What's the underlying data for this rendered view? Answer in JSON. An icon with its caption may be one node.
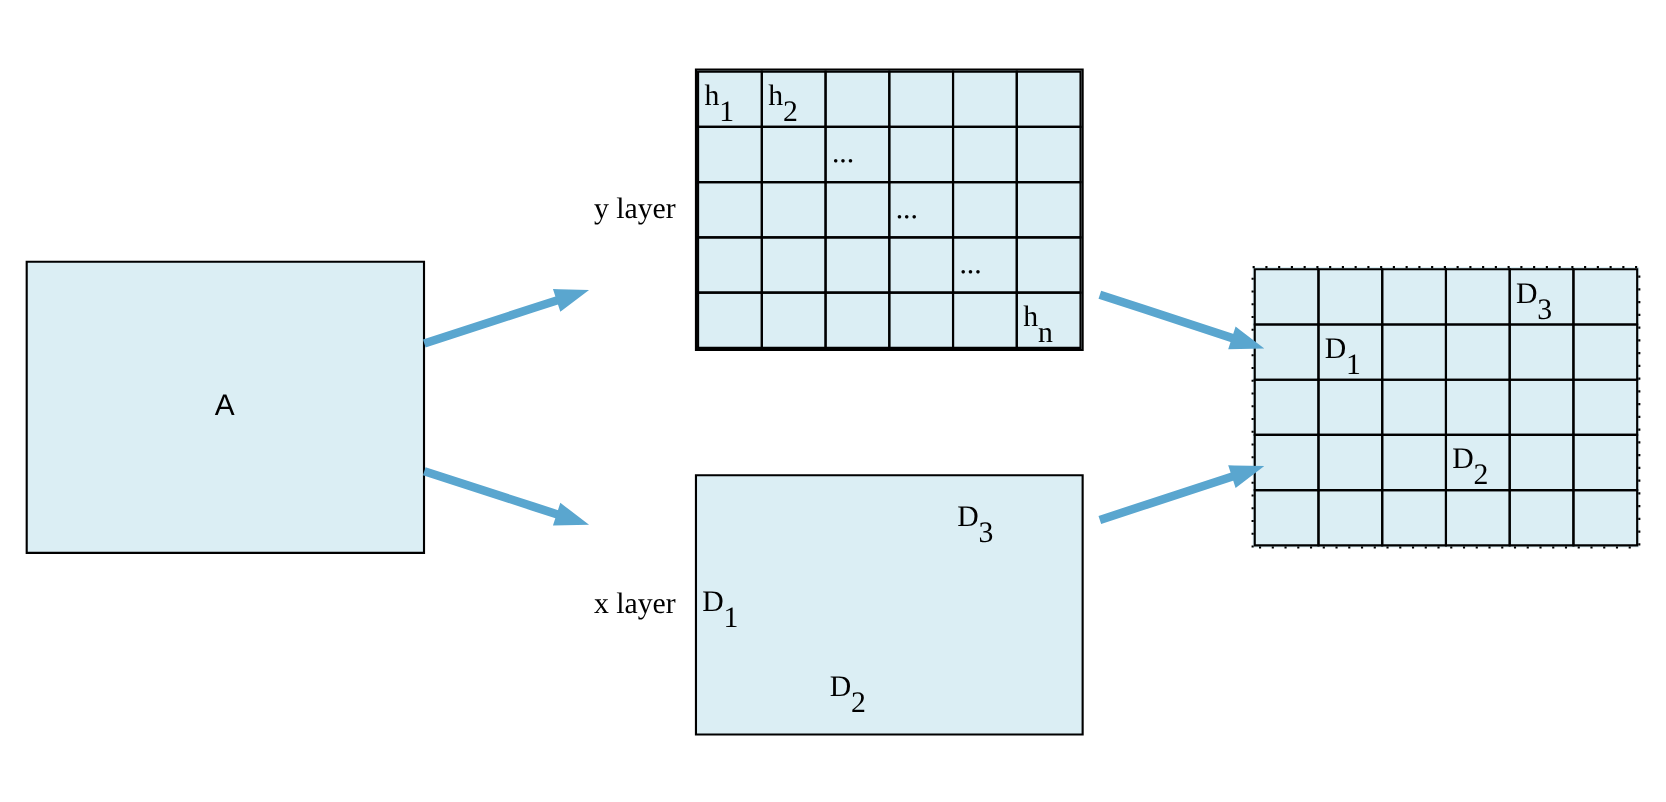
{
  "diagram": {
    "nodes": [
      {
        "text": [
          "A"
        ]
      },
      {
        "text": [
          "h$_{1}$",
          "h$_{2}$",
          "...",
          "...",
          "...",
          "h$_{n}$"
        ],
        "beside": [
          "y layer"
        ]
      },
      {
        "text": [
          "D$_{3}$",
          "D$_{1}$",
          "D$_{2}$"
        ],
        "beside": [
          "x layer"
        ]
      },
      {
        "text": [
          "D$_{3}$",
          "D$_{1}$",
          "D$_{2}$"
        ]
      }
    ],
    "edges": [
      {
        "from": 0,
        "to": 1,
        "arrow": "to"
      },
      {
        "from": 0,
        "to": 2,
        "arrow": "to"
      },
      {
        "from": 1,
        "to": 3,
        "arrow": "to"
      },
      {
        "from": 2,
        "to": 3,
        "arrow": "to"
      }
    ]
  }
}
